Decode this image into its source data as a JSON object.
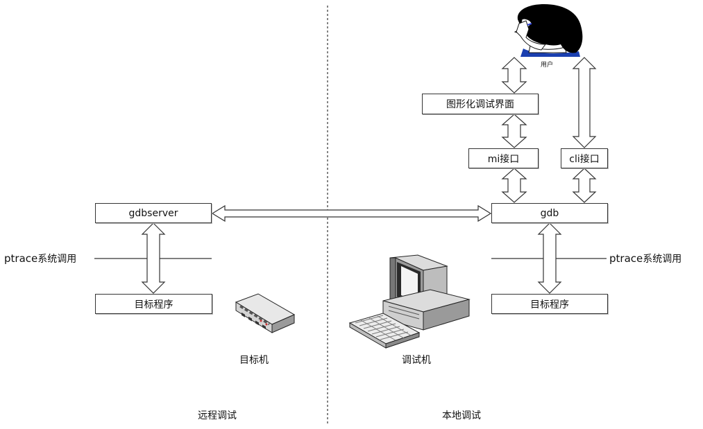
{
  "diagram": {
    "remote": {
      "gdbserver_label": "gdbserver",
      "ptrace_prefix": "ptrace",
      "ptrace_suffix": "系统调用",
      "target_program_label": "目标程序",
      "target_machine_label": "目标机",
      "section_label": "远程调试"
    },
    "local": {
      "user_label": "用户",
      "gui_label": "图形化调试界面",
      "mi_label": "mi接口",
      "cli_label": "cli接口",
      "gdb_label": "gdb",
      "ptrace_prefix": "ptrace",
      "ptrace_suffix": "系统调用",
      "target_program_label": "目标程序",
      "debug_machine_label": "调试机",
      "section_label": "本地调试"
    }
  },
  "colors": {
    "line": "#333333",
    "arrow_fill": "#ffffff",
    "user_hair": "#000000",
    "user_shirt": "#1a3fb0",
    "user_eye": "#2a3fd8"
  },
  "icons": [
    "user-head-icon",
    "router-device-icon",
    "desktop-computer-icon"
  ]
}
